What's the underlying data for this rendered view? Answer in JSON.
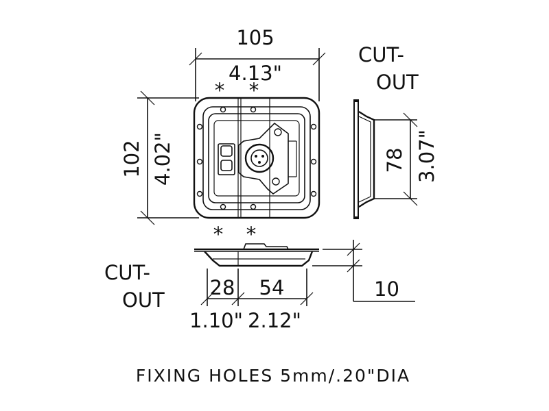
{
  "dimensions": {
    "width_mm": "105",
    "width_in": "4.13\"",
    "height_mm": "102",
    "height_in": "4.02\"",
    "cutout_height_mm": "78",
    "cutout_height_in": "3.07\"",
    "left_mm": "28",
    "left_in": "1.10\"",
    "right_mm": "54",
    "right_in": "2.12\"",
    "depth_mm": "10"
  },
  "labels": {
    "cutout_right_line1": "CUT-",
    "cutout_right_line2": "OUT",
    "cutout_left_line1": "CUT-",
    "cutout_left_line2": "OUT",
    "asterisk": "*",
    "fixing_holes_note": "FIXING HOLES 5mm/.20\"DIA"
  },
  "colors": {
    "line": "#111111",
    "background": "#ffffff"
  }
}
